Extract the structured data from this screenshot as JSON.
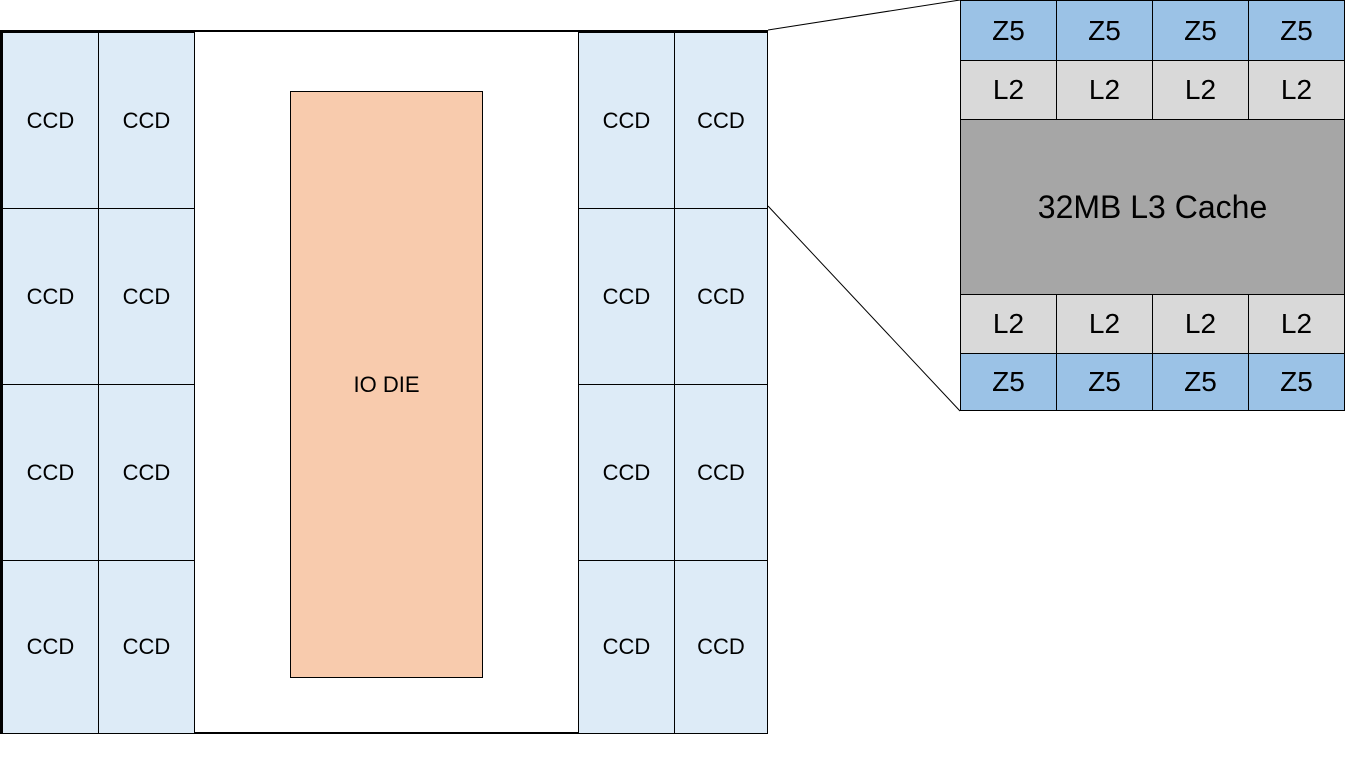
{
  "package": {
    "ccd_label": "CCD",
    "io_die_label": "IO DIE"
  },
  "zoom": {
    "core_label": "Z5",
    "l2_label": "L2",
    "l3_label": "32MB L3 Cache"
  },
  "colors": {
    "ccd_fill": "#ddebf7",
    "io_die_fill": "#f8cbad",
    "core_fill": "#9bc2e6",
    "l2_fill": "#d9d9d9",
    "l3_fill": "#a6a6a6"
  }
}
